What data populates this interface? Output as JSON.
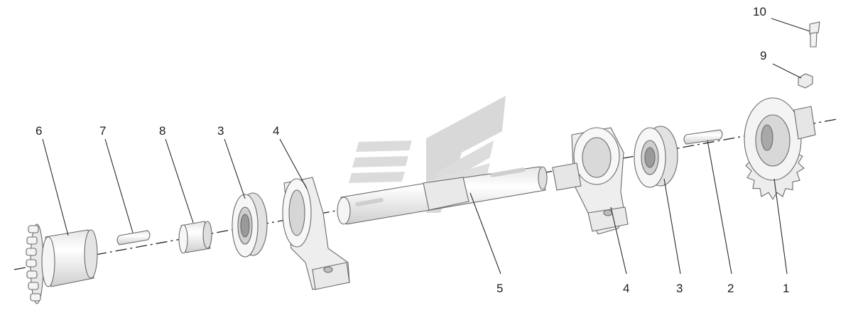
{
  "callouts": {
    "c1": "1",
    "c2": "2",
    "c3a": "3",
    "c3b": "3",
    "c4a": "4",
    "c4b": "4",
    "c5": "5",
    "c6": "6",
    "c7": "7",
    "c8": "8",
    "c9": "9",
    "c10": "10"
  },
  "colors": {
    "line": "#222222",
    "part_fill": "#f2f2f2",
    "shade": "#cfcfcf",
    "watermark": "#d8d8d8"
  }
}
